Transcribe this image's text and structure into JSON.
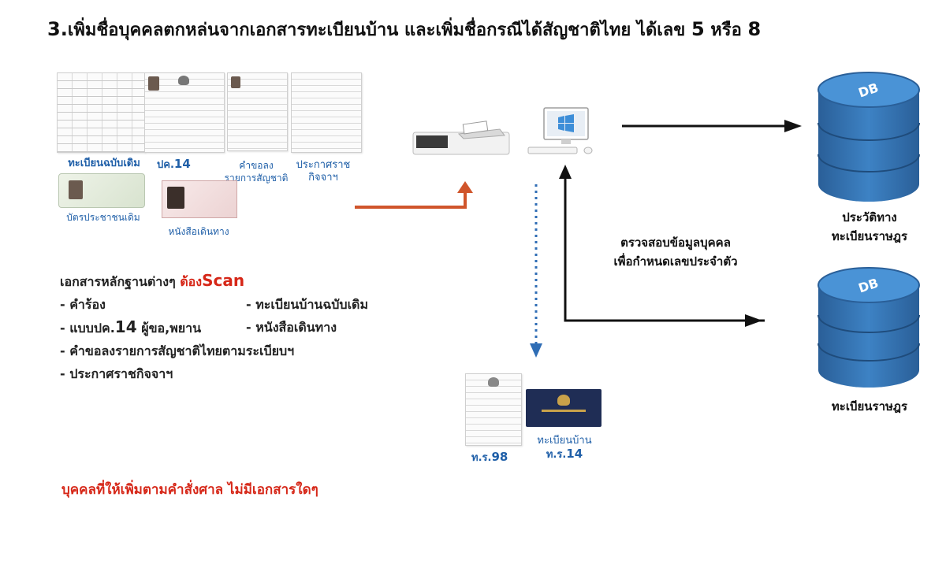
{
  "title": {
    "prefix": "3.",
    "main": "เพิ่มชื่อบุคคลตกหล่นจากเอกสารทะเบียนบ้าน และเพิ่มชื่อกรณีได้สัญชาติไทย  ได้เลข ",
    "num1": "5",
    "mid": "  หรือ ",
    "num2": "8"
  },
  "documents": {
    "old_house_reg": "ทะเบียนฉบับเดิม",
    "pk14_prefix": "ปค.",
    "pk14_num": "14",
    "request_line1": "คำขอลง",
    "request_line2": "รายการสัญชาติ",
    "gazette_line1": "ประกาศราช",
    "gazette_line2": "กิจจาฯ",
    "old_id_card": "บัตรประชาชนเดิม",
    "passport": "หนังสือเดินทาง"
  },
  "evidence": {
    "heading": "เอกสารหลักฐานต่างๆ ",
    "heading_must": "ต้อง",
    "heading_scan": "Scan",
    "items": {
      "request": "- คำร้อง",
      "old_house_reg": "- ทะเบียนบ้านฉบับเดิม",
      "form_prefix": "- แบบปค.",
      "form_num": "14",
      "form_suffix": " ผู้ขอ,พยาน",
      "passport": "- หนังสือเดินทาง",
      "nationality_request": "- คำขอลงรายการสัญชาติไทยตามระเบียบฯ",
      "gazette": "- ประกาศราชกิจจาฯ"
    }
  },
  "court_note": "บุคคลที่ให้เพิ่มตามคำสั่งศาล ไม่มีเอกสารใดๆ",
  "verify": {
    "line1": "ตรวจสอบข้อมูลบุคคล",
    "line2": "เพื่อกำหนดเลขประจำตัว"
  },
  "outputs": {
    "tr98_prefix": "ท.ร.",
    "tr98_num": "98",
    "house_book": "ทะเบียนบ้าน",
    "tr14_prefix": "ท.ร.",
    "tr14_num": "14"
  },
  "databases": {
    "icon_label": "DB",
    "history_line1": "ประวัติทาง",
    "history_line2": "ทะเบียนราษฎร",
    "registry": "ทะเบียนราษฎร"
  },
  "colors": {
    "caption_blue": "#1f5fa8",
    "alert_red": "#d62718",
    "arrow_orange": "#d0552b",
    "db_blue": "#2e6fad",
    "dotted_blue": "#2f6db5"
  }
}
